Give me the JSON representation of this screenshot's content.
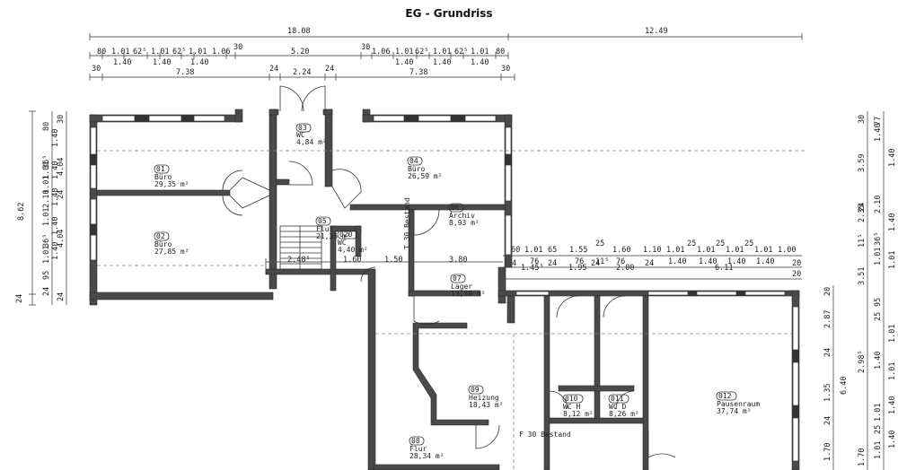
{
  "title": "EG - Grundriss",
  "dims": {
    "top_overall": [
      "18.08",
      "12.49"
    ],
    "top_row1": [
      "80",
      "1.01",
      "62⁵",
      "1.01",
      "62⁵",
      "1.01",
      "1.06",
      "30",
      "5.20",
      "30",
      "1.06",
      "1.01",
      "62⁵",
      "1.01",
      "62⁵",
      "1.01",
      "80"
    ],
    "top_row1_sub": [
      "1.40",
      "1.40",
      "1.40",
      "1.40",
      "1.40",
      "1.40"
    ],
    "top_row2": [
      "30",
      "7.38",
      "24",
      "2.24",
      "24",
      "7.38",
      "30"
    ],
    "left_outer": [
      "8.62",
      "24"
    ],
    "left_col1": [
      "30",
      "4.04",
      "24",
      "4.04",
      "24"
    ],
    "left_col2": [
      "80",
      "1.40",
      "1.01",
      "36⁵",
      "1.40",
      "1.01",
      "2.10",
      "1.01",
      "36⁵",
      "1.40",
      "1.01",
      "95",
      "24"
    ],
    "left_col2_sub": [
      "1.40",
      "1.40"
    ],
    "mid_row": [
      "60",
      "1.01",
      "65",
      "1.55",
      "25",
      "1.60",
      "1.10",
      "1.01",
      "25",
      "1.01",
      "25",
      "1.01",
      "25",
      "1.01",
      "1.00"
    ],
    "mid_row2": [
      "24",
      "76",
      "76",
      "11⁵",
      "76",
      "24",
      "20"
    ],
    "mid_row2_sub": [
      "1.45⁵",
      "24",
      "1.95",
      "24",
      "2.00",
      "1.40",
      "1.40",
      "1.40",
      "1.40"
    ],
    "mid_row3": [
      "6.11",
      "20"
    ],
    "lower_flur": [
      "2.48⁵",
      "1.60",
      "1.50",
      "3.80"
    ],
    "right_outer": [
      "30",
      "3.59",
      "24",
      "2.35",
      "11⁵",
      "3.51",
      "20",
      "2.87",
      "24",
      "1.35",
      "6.40",
      "24",
      "1.70"
    ],
    "right_col": [
      "77",
      "1.40",
      "1.40",
      "2.10",
      "1.40",
      "1.01",
      "36⁵",
      "1.01",
      "95",
      "25",
      "1.01",
      "2.98⁵",
      "1.40",
      "1.01",
      "1.40",
      "1.01",
      "25",
      "1.40",
      "1.01",
      "1.70"
    ]
  },
  "rooms": [
    {
      "num": "01",
      "name": "Büro",
      "area": "29,35 m²"
    },
    {
      "num": "02",
      "name": "Büro",
      "area": "27,85 m²"
    },
    {
      "num": "03",
      "name": "WC",
      "area": "4,84 m²"
    },
    {
      "num": "04",
      "name": "Büro",
      "area": "26,59 m²"
    },
    {
      "num": "05",
      "name": "Flur",
      "area": "21,35 m²"
    },
    {
      "num": "06",
      "name": "Archiv",
      "area": "8,93 m²"
    },
    {
      "num": "07",
      "name": "Lager",
      "area": "13,59 m²"
    },
    {
      "num": "08",
      "name": "Flur",
      "area": "28,34 m²"
    },
    {
      "num": "09",
      "name": "Heizung",
      "area": "18,43 m²"
    },
    {
      "num": "010",
      "name": "WC H",
      "area": "8,12 m²"
    },
    {
      "num": "011",
      "name": "WC D",
      "area": "8,26 m²"
    },
    {
      "num": "012",
      "name": "Pausenraum",
      "area": "37,74 m²"
    },
    {
      "num": "020",
      "name": "WC",
      "area": "4,40 m²"
    }
  ],
  "notes": {
    "t30_bestand": "T 30 Bestand",
    "f30_bestand": "F 30 Bestand"
  }
}
